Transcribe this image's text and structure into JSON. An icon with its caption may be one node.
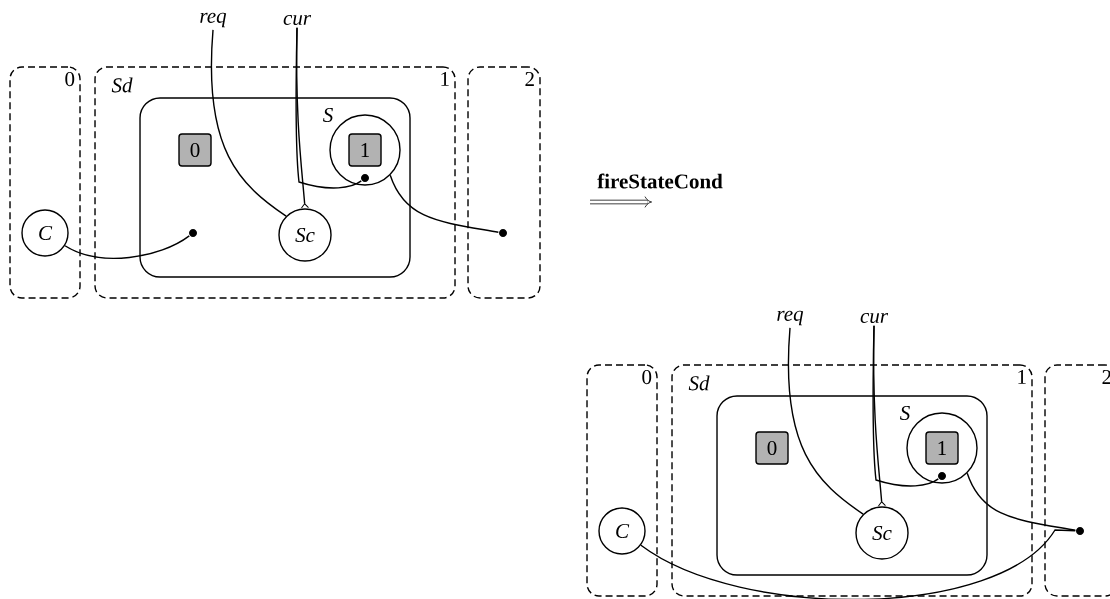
{
  "diagram": {
    "nodes": [
      {
        "text": [
          "0"
        ]
      },
      {
        "text": [
          "C"
        ],
        "in": 0
      },
      {
        "text": [
          "1"
        ]
      },
      {
        "text": [
          "Sd"
        ],
        "in": 2
      },
      {
        "text": [
          "0"
        ],
        "in": 3
      },
      {
        "text": [
          "S"
        ],
        "in": 3
      },
      {
        "text": [
          "1"
        ],
        "in": 5
      },
      {
        "text": [
          "Sc"
        ],
        "in": 3
      },
      {
        "text": [],
        "shape": "dot",
        "in": 3
      },
      {
        "text": [],
        "shape": "dot",
        "in": 5
      },
      {
        "text": [
          "2"
        ]
      },
      {
        "text": [],
        "shape": "dot",
        "in": 10
      },
      {
        "text": [
          "req"
        ]
      },
      {
        "text": [
          "cur"
        ]
      },
      {
        "text": [
          "0"
        ]
      },
      {
        "text": [
          "C"
        ],
        "in": 14
      },
      {
        "text": [
          "1"
        ]
      },
      {
        "text": [
          "Sd"
        ],
        "in": 16
      },
      {
        "text": [
          "0"
        ],
        "in": 17
      },
      {
        "text": [
          "S"
        ],
        "in": 17
      },
      {
        "text": [
          "1"
        ],
        "in": 19
      },
      {
        "text": [
          "Sc"
        ],
        "in": 17
      },
      {
        "text": [],
        "shape": "dot",
        "in": 19
      },
      {
        "text": [
          "2"
        ]
      },
      {
        "text": [],
        "shape": "dot",
        "in": 23
      },
      {
        "text": [
          "req"
        ]
      },
      {
        "text": [
          "cur"
        ]
      }
    ],
    "edges": [
      {
        "from": 1,
        "to": 8,
        "arrow": "none"
      },
      {
        "from": 12,
        "to": 7,
        "arrow": "none"
      },
      {
        "from": 13,
        "to": 7,
        "arrow": "other"
      },
      {
        "from": 13,
        "to": 9,
        "arrow": "none"
      },
      {
        "from": 5,
        "to": 11,
        "arrow": "none"
      },
      {
        "from": 15,
        "to": 24,
        "arrow": "none"
      },
      {
        "from": 25,
        "to": 21,
        "arrow": "none"
      },
      {
        "from": 26,
        "to": 21,
        "arrow": "other"
      },
      {
        "from": 26,
        "to": 22,
        "arrow": "none"
      },
      {
        "from": 19,
        "to": 24,
        "arrow": "none"
      }
    ],
    "labels": [
      "fireStateCond"
    ]
  }
}
